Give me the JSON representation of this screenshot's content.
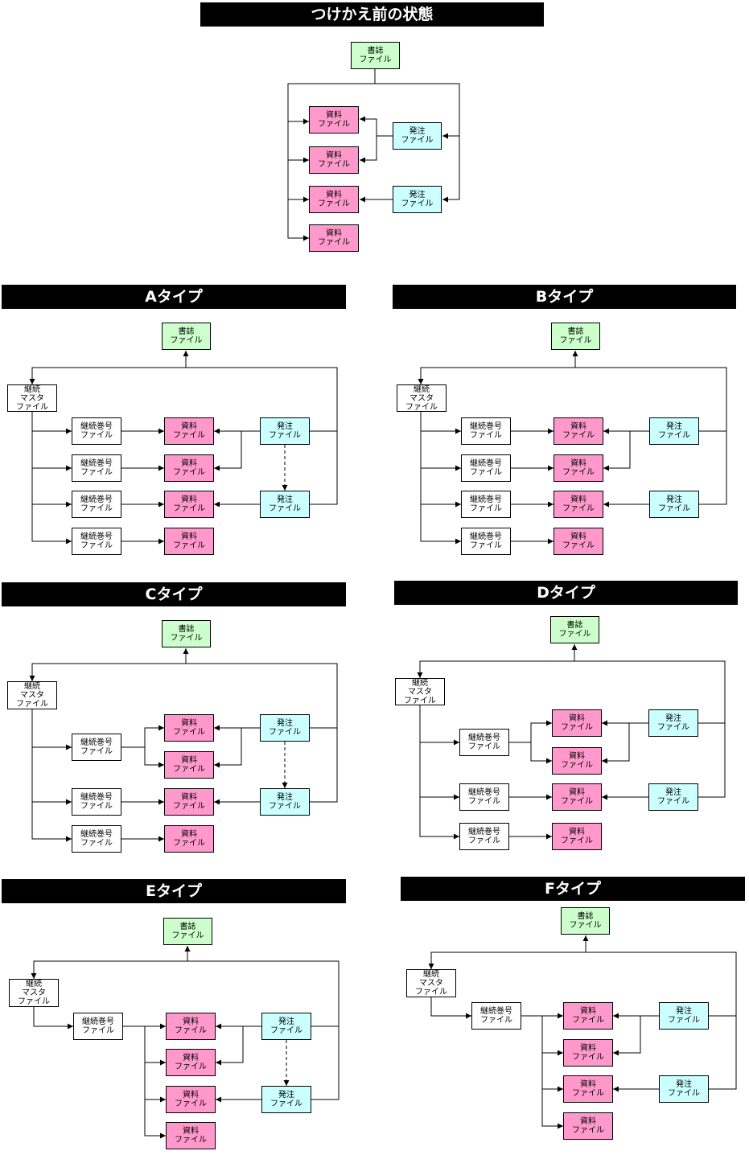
{
  "labels": {
    "shoshi": [
      "書誌",
      "ファイル"
    ],
    "shiryo": [
      "資料",
      "ファイル"
    ],
    "hatchu": [
      "発注",
      "ファイル"
    ],
    "keizoku_master": [
      "継続",
      "マスタ",
      "ファイル"
    ],
    "keizoku_kangou": [
      "継続巻号",
      "ファイル"
    ]
  },
  "diagrams": [
    {
      "key": "before",
      "title": "つけかえ前の状態"
    },
    {
      "key": "a",
      "title": "Aタイプ"
    },
    {
      "key": "b",
      "title": "Bタイプ"
    },
    {
      "key": "c",
      "title": "Cタイプ"
    },
    {
      "key": "d",
      "title": "Dタイプ"
    },
    {
      "key": "e",
      "title": "Eタイプ"
    },
    {
      "key": "f",
      "title": "Fタイプ"
    }
  ],
  "colors": {
    "shoshi": "#ccffcc",
    "shiryo": "#ff99cc",
    "hatchu": "#ccffff",
    "keizoku": "#ffffff",
    "title_bar": "#000000"
  }
}
